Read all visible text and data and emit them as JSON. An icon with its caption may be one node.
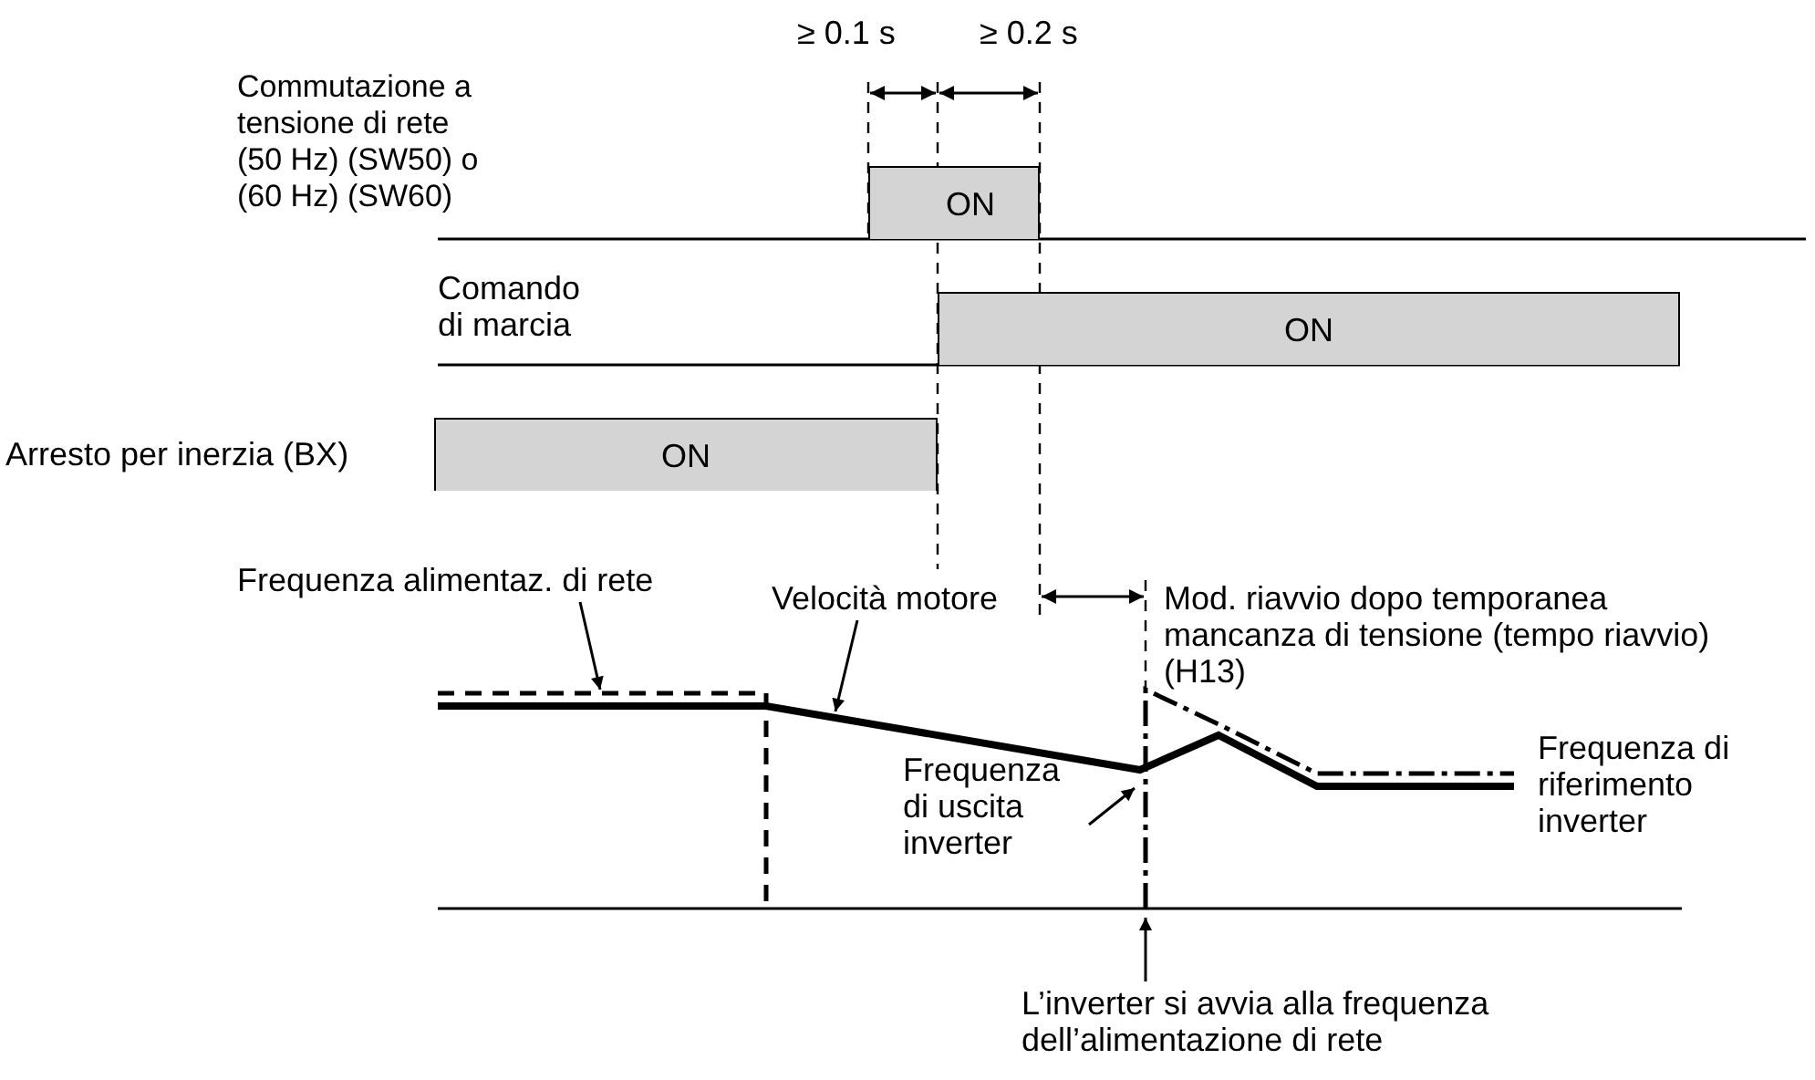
{
  "diagram": {
    "nodes": [
      {
        "text": [
          "ON"
        ]
      },
      {
        "text": [
          "ON"
        ]
      },
      {
        "text": [
          "ON"
        ]
      },
      {
        "text": [
          "Frequenza alimentaz. di rete"
        ]
      },
      {
        "text": [
          "Velocità motore"
        ]
      },
      {
        "text": [
          "Frequenza di uscita inverter"
        ]
      },
      {
        "text": [
          "L’inverter si avvia alla frequenza dell’alimentazione di rete"
        ]
      }
    ],
    "edges": [
      {
        "from": 3,
        "to": null,
        "arrow": "to"
      },
      {
        "from": 4,
        "to": null,
        "arrow": "to"
      },
      {
        "from": 5,
        "to": null,
        "arrow": "to"
      },
      {
        "from": 6,
        "to": null,
        "arrow": "to"
      }
    ],
    "labels": [
      "≥ 0.1 s",
      "≥ 0.2 s",
      "Commutazione a tensione di rete (50 Hz) (SW50) o (60 Hz) (SW60)",
      "Comando di marcia",
      "Arresto per inerzia (BX)",
      "Mod. riavvio dopo temporanea mancanza di tensione (tempo riavvio) (H13)",
      "Frequenza di riferimento inverter"
    ]
  }
}
